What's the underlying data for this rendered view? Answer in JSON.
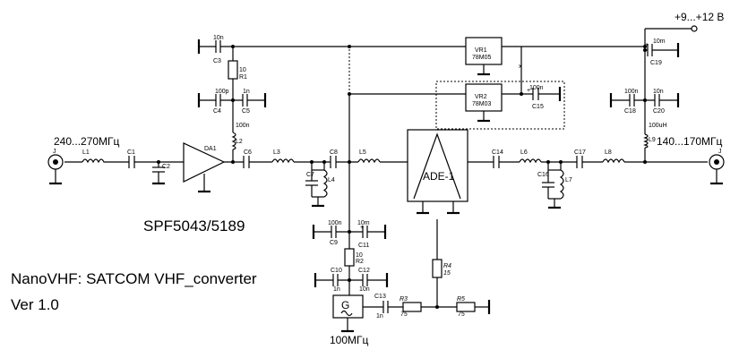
{
  "texts": {
    "supply": "+9...+12 В",
    "in_freq": "240...270МГц",
    "out_freq": "140...170МГц",
    "j_in": "J",
    "j_out": "J",
    "amp_model": "SPF5043/5189",
    "title": "NanoVHF: SATCOM VHF_converter",
    "version": "Ver 1.0",
    "lo_freq": "100МГц",
    "mixer": "ADE-1",
    "osc": "G",
    "da1": "DA1"
  },
  "parts": {
    "C1": "C1",
    "C2": "C2",
    "L1": "L1",
    "C3": "C3",
    "C3v": "10n",
    "R1": "R1",
    "R1v": "10",
    "C4": "C4",
    "C4v": "100p",
    "C5": "C5",
    "C5v": "1n",
    "L2": "L2",
    "L2v": "100n",
    "C6": "C6",
    "L3": "L3",
    "C7": "C7",
    "L4": "L4",
    "C8": "C8",
    "L5": "L5",
    "VR1": "VR1",
    "VR1v": "78M05",
    "VR2": "VR2",
    "VR2v": "78M03",
    "C15": "C15",
    "C15v": "100n",
    "C9": "C9",
    "C9v": "100n",
    "C11": "C11",
    "C11v": "10m",
    "R2": "R2",
    "R2v": "10",
    "C10": "C10",
    "C10v": "1n",
    "C12": "C12",
    "C12v": "10n",
    "C13": "C13",
    "C13v": "1n",
    "R3": "R3",
    "R3v": "75",
    "R4": "R4",
    "R4v": "15",
    "R5": "R5",
    "R5v": "75",
    "C14": "C14",
    "L6": "L6",
    "C16": "C16",
    "L7": "L7",
    "C17": "C17",
    "L8": "L8",
    "C18": "C18",
    "C18v": "100n",
    "C19": "C19",
    "C19v": "10m",
    "C20": "C20",
    "C20v": "10n",
    "L9": "L9",
    "L9v": "100uH",
    "plus": "+",
    "x": "x"
  }
}
